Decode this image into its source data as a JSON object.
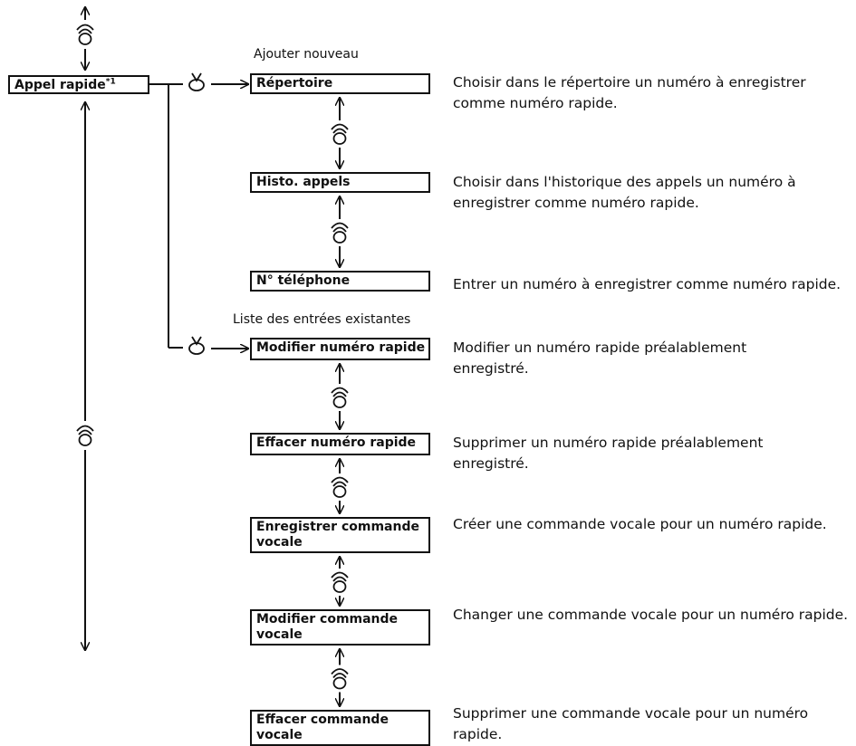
{
  "root": {
    "label": "Appel rapide",
    "footnote": "*1"
  },
  "groups": [
    {
      "label": "Ajouter nouveau"
    },
    {
      "label": "Liste des entrées existantes"
    }
  ],
  "items": [
    {
      "label": "Répertoire",
      "description": "Choisir dans le répertoire un numéro à enregistrer comme numéro rapide."
    },
    {
      "label": "Histo. appels",
      "description": "Choisir dans l'historique des appels un numéro à enregistrer comme numéro rapide."
    },
    {
      "label": "N° téléphone",
      "description": "Entrer un numéro à enregistrer comme numéro rapide."
    },
    {
      "label": "Modifier numéro rapide",
      "description": "Modifier un numéro rapide préalablement enregistré."
    },
    {
      "label": "Effacer numéro rapide",
      "description": "Supprimer un numéro rapide préalablement enregistré."
    },
    {
      "label": "Enregistrer commande vocale",
      "description": "Créer une commande vocale pour un numéro rapide."
    },
    {
      "label": "Modifier commande vocale",
      "description": "Changer une commande vocale pour un numéro rapide."
    },
    {
      "label": "Effacer commande vocale",
      "description": "Supprimer une commande vocale pour un numéro rapide."
    }
  ],
  "icons": {
    "knob": "rotate-knob-icon",
    "select": "press-select-icon"
  },
  "colors": {
    "ink": "#111111",
    "background": "#ffffff"
  }
}
